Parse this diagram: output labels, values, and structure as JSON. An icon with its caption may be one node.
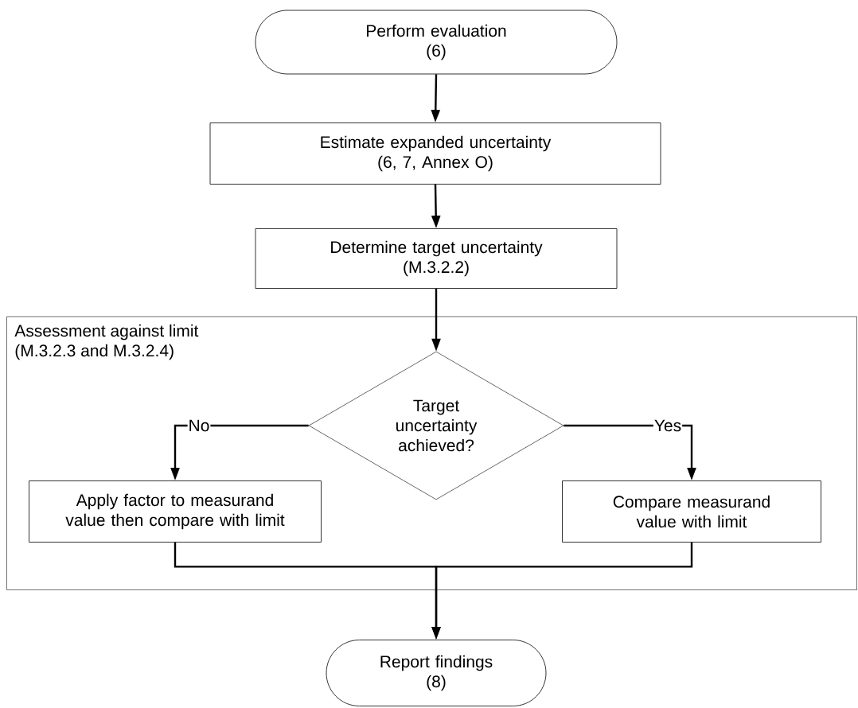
{
  "diagram": {
    "nodes": [
      {
        "text": [
          "Perform evaluation",
          "(6)"
        ]
      },
      {
        "text": [
          "Estimate expanded uncertainty",
          "(6, 7, Annex O)"
        ]
      },
      {
        "text": [
          "Determine target uncertainty",
          "(M.3.2.2)"
        ]
      },
      {
        "text": [
          "Assessment against limit",
          "(M.3.2.3 and M.3.2.4)"
        ]
      },
      {
        "text": [
          "Target uncertainty achieved?"
        ],
        "in": 3
      },
      {
        "text": [
          "Apply factor to measurand value then compare with limit"
        ],
        "in": 3
      },
      {
        "text": [
          "Compare measurand value with limit"
        ],
        "in": 3
      },
      {
        "text": [
          "Report findings",
          "(8)"
        ]
      }
    ],
    "edges": [
      {
        "from": 0,
        "to": 1,
        "arrow": "to"
      },
      {
        "from": 1,
        "to": 2,
        "arrow": "to"
      },
      {
        "from": 2,
        "to": 4,
        "arrow": "to"
      },
      {
        "from": 4,
        "to": 5,
        "arrow": "to",
        "label": "No"
      },
      {
        "from": 4,
        "to": 6,
        "arrow": "to",
        "label": "Yes"
      },
      {
        "from": 5,
        "to": 7,
        "arrow": "to"
      },
      {
        "from": 6,
        "to": 7,
        "arrow": "to"
      }
    ]
  }
}
